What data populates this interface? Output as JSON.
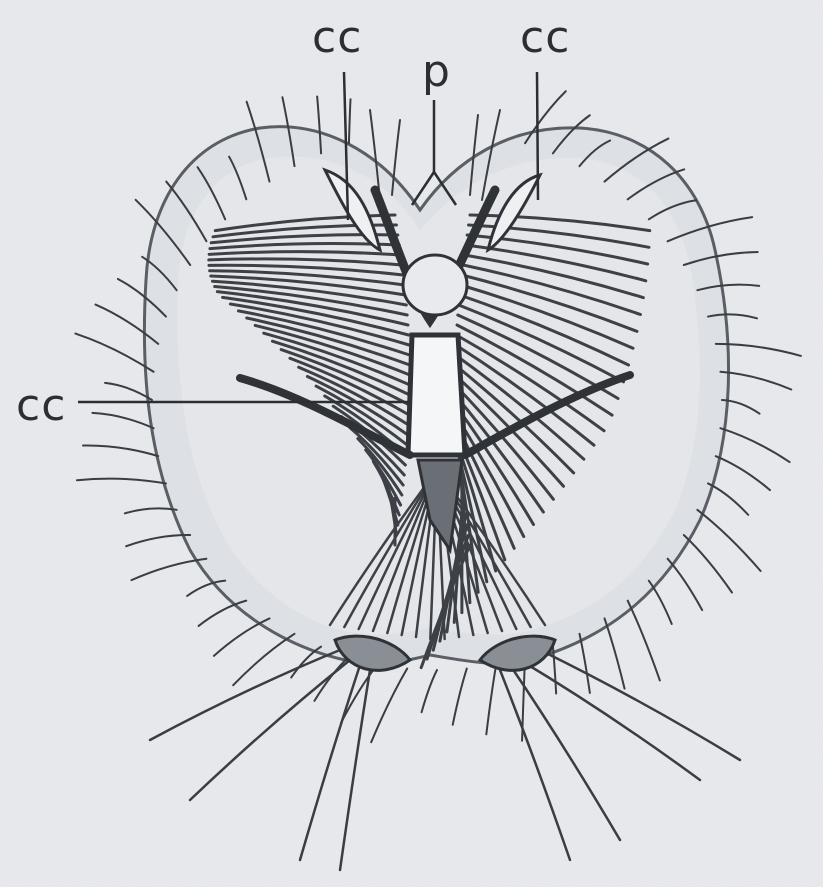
{
  "labels": {
    "cc_top_left": "cc",
    "p": "p",
    "cc_top_right": "cc",
    "cc_left": "cc"
  },
  "colors": {
    "paper": "#e9ebee",
    "ink": "#2f3338",
    "body_fill": "#d9dce0"
  }
}
